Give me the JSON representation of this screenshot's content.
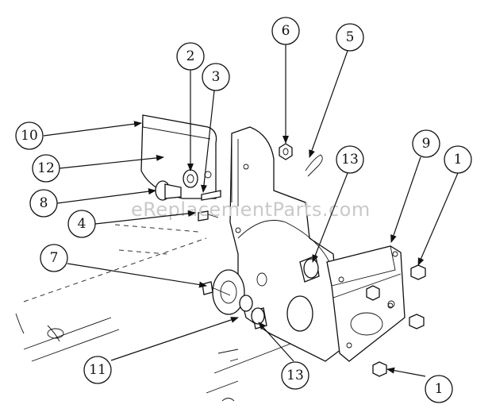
{
  "watermark": "eReplacementParts.com",
  "callouts": [
    "10",
    "12",
    "8",
    "2",
    "3",
    "4",
    "6",
    "5",
    "13",
    "9",
    "1",
    "7",
    "11",
    "13",
    "1"
  ]
}
